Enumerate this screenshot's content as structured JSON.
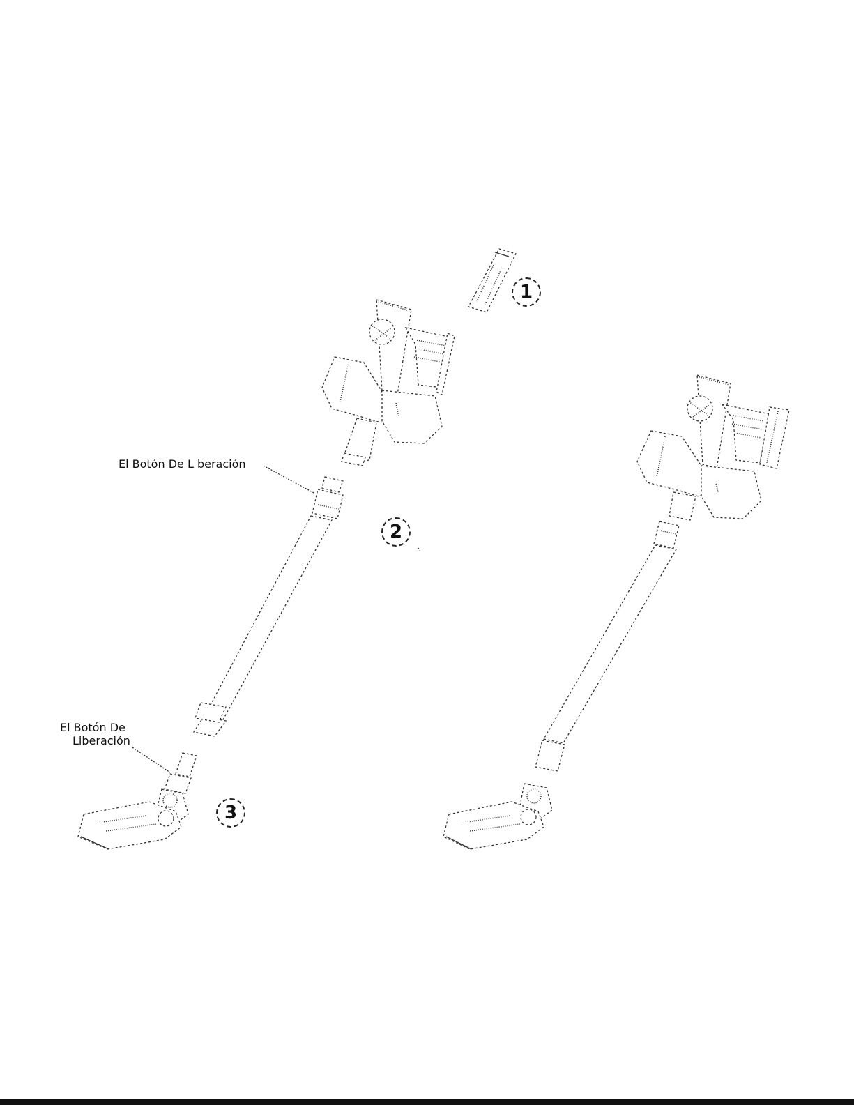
{
  "callouts": {
    "release_button_upper": "El Botón De L beración",
    "release_button_lower_line1": "El Botón De",
    "release_button_lower_line2": "Liberación"
  },
  "steps": [
    "1",
    "2",
    "3"
  ]
}
